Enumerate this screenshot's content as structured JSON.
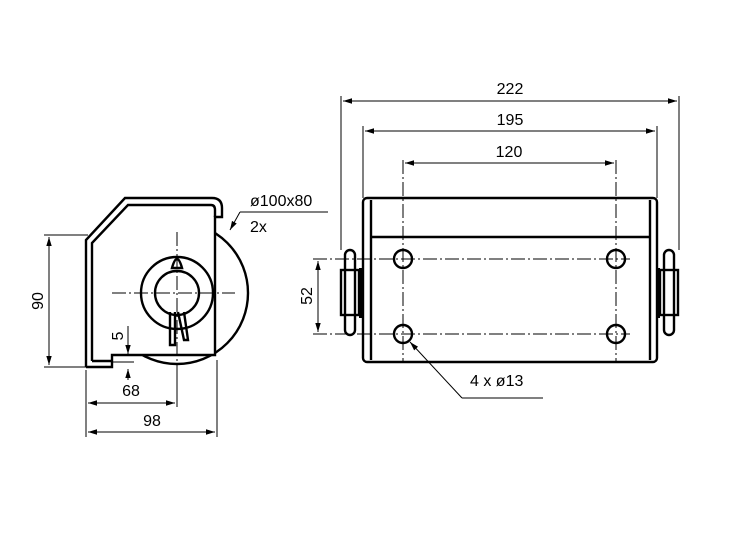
{
  "title": "Roller housing dimension drawing",
  "dimensions": {
    "overall_length": "222",
    "mounting_length": "195",
    "hole_spacing_x": "120",
    "hole_spacing_y": "52",
    "height": "90",
    "axis_offset": "68",
    "width": "98",
    "base_thickness": "5",
    "roller": "ø100x80",
    "roller_qty": "2x",
    "holes": "4 x ø13"
  }
}
